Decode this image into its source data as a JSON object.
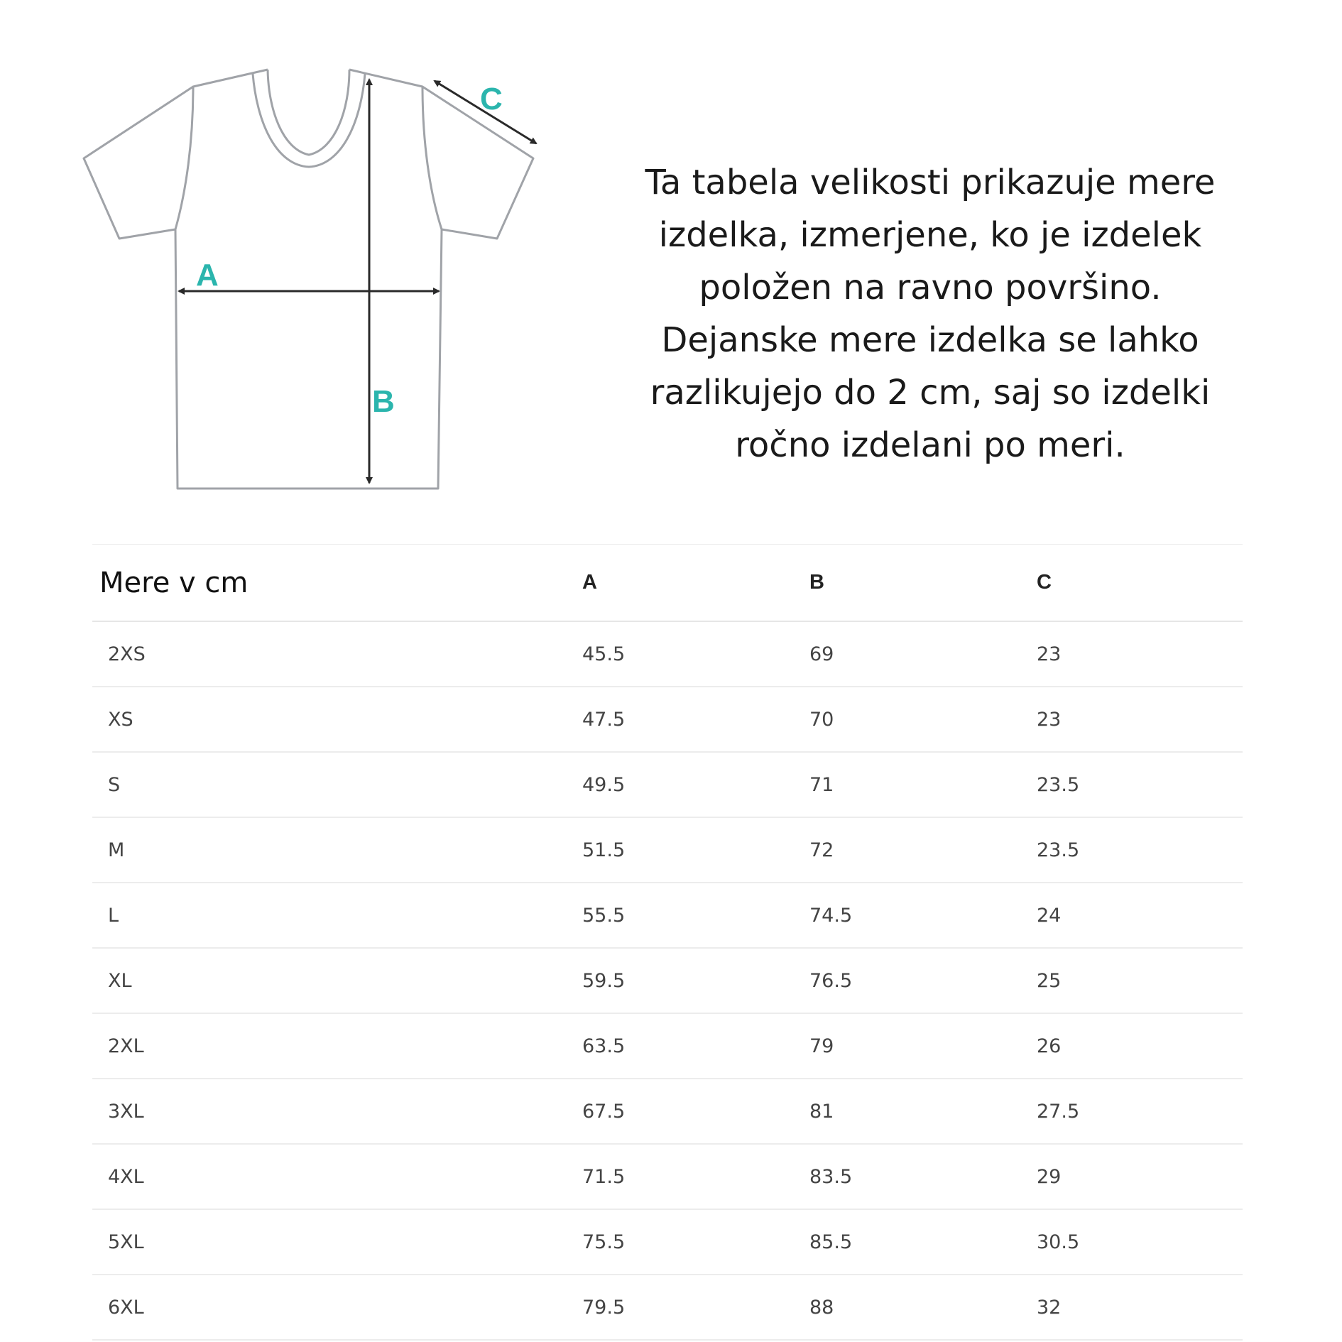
{
  "diagram": {
    "labels": {
      "a": "A",
      "b": "B",
      "c": "C"
    },
    "colors": {
      "outline": "#a0a3a8",
      "arrow": "#2a2a2a",
      "letter": "#2bb5ad"
    }
  },
  "description": {
    "lines": [
      "Ta tabela velikosti prikazuje mere",
      "izdelka, izmerjene, ko je izdelek",
      "položen na ravno površino.",
      "Dejanske mere izdelka se lahko",
      "razlikujejo do 2 cm, saj so izdelki",
      "ročno izdelani po meri."
    ]
  },
  "table": {
    "headers": [
      "Mere v cm",
      "A",
      "B",
      "C"
    ],
    "rows": [
      [
        "2XS",
        "45.5",
        "69",
        "23"
      ],
      [
        "XS",
        "47.5",
        "70",
        "23"
      ],
      [
        "S",
        "49.5",
        "71",
        "23.5"
      ],
      [
        "M",
        "51.5",
        "72",
        "23.5"
      ],
      [
        "L",
        "55.5",
        "74.5",
        "24"
      ],
      [
        "XL",
        "59.5",
        "76.5",
        "25"
      ],
      [
        "2XL",
        "63.5",
        "79",
        "26"
      ],
      [
        "3XL",
        "67.5",
        "81",
        "27.5"
      ],
      [
        "4XL",
        "71.5",
        "83.5",
        "29"
      ],
      [
        "5XL",
        "75.5",
        "85.5",
        "30.5"
      ],
      [
        "6XL",
        "79.5",
        "88",
        "32"
      ]
    ]
  }
}
